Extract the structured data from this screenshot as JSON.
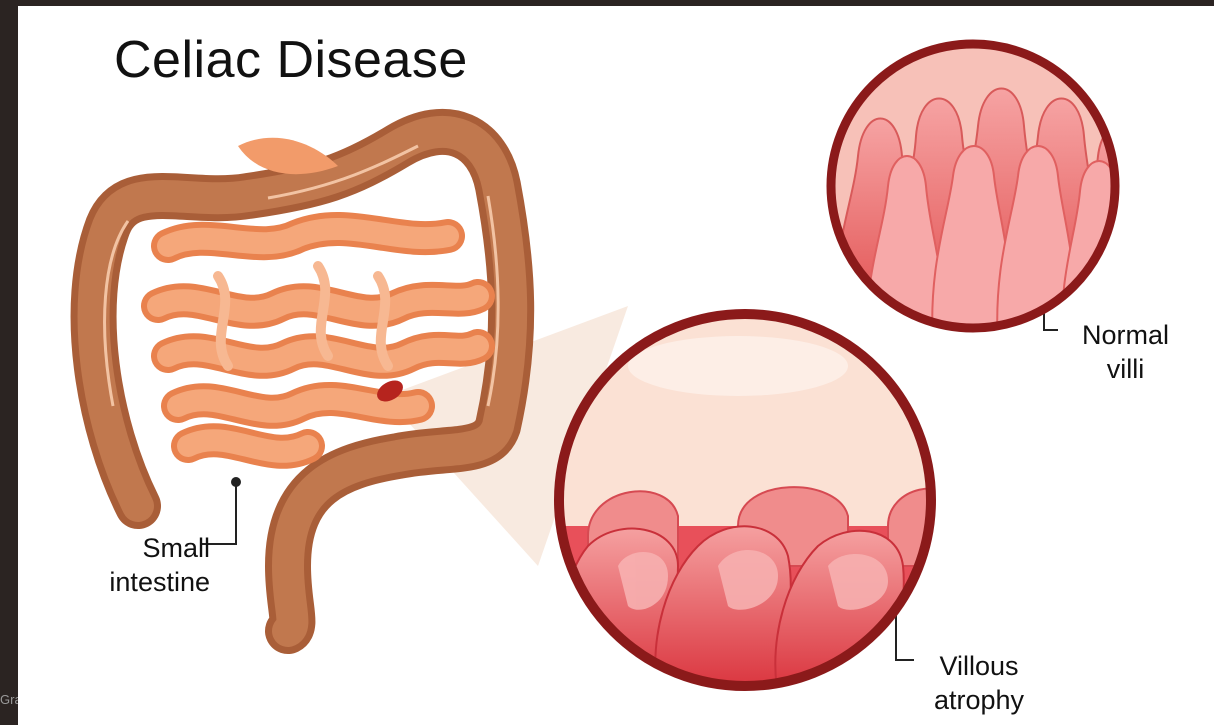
{
  "title": "Celiac Disease",
  "labels": {
    "small_intestine_line1": "Small",
    "small_intestine_line2": "intestine",
    "normal_villi_line1": "Normal",
    "normal_villi_line2": "villi",
    "villous_atrophy_line1": "Villous",
    "villous_atrophy_line2": "atrophy"
  },
  "edge_text": "Gra",
  "colors": {
    "background": "#2b2422",
    "colon": "#b0663e",
    "small_intestine": "#f19563",
    "circle_border": "#8b1a1a",
    "villi": "#f08c8c",
    "tissue_background": "#fbe1d4"
  }
}
